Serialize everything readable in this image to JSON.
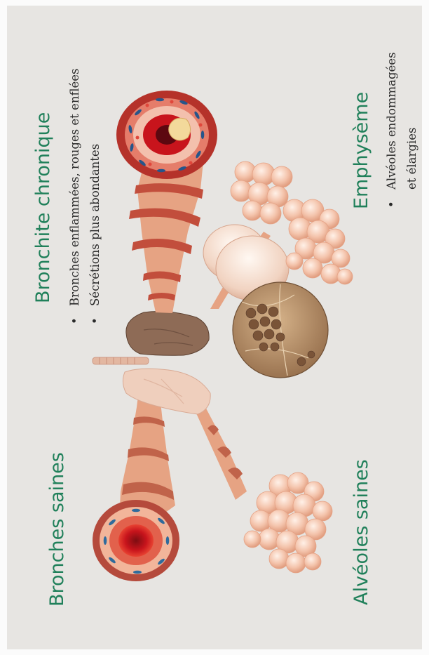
{
  "labels": {
    "healthy_bronchi": "Bronches saines",
    "healthy_alveoli": "Alvéoles saines",
    "chronic_bronchitis": "Bronchite chronique",
    "emphysema": "Emphysème"
  },
  "bronchitis_bullets": [
    "Bronches enflammées, rouges et enflées",
    "Sécrétions plus abondantes"
  ],
  "emphysema_bullets": [
    "Alvéoles endommagées",
    "et élargies"
  ],
  "bullet_symbol": "•",
  "colors": {
    "heading": "#20805a",
    "body_text": "#2a2a2a",
    "background": "#e7e5e2",
    "airway_pink": "#e9a98c",
    "airway_red": "#c0392b",
    "lung_brown": "#8c6a55",
    "alveoli_pink": "#f2bfa8"
  }
}
